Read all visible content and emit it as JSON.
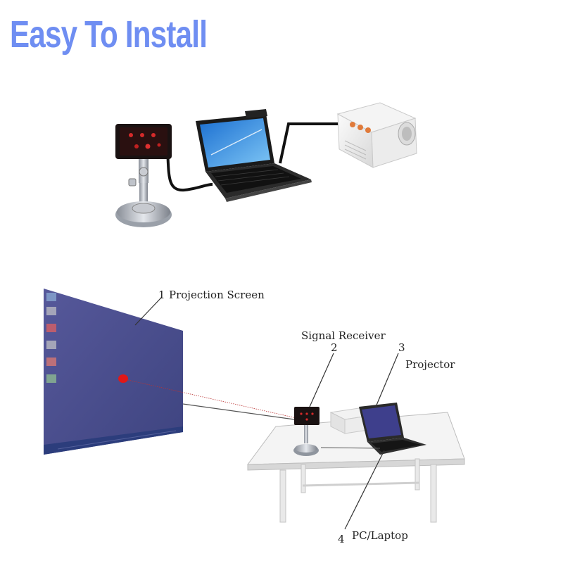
{
  "headline": {
    "text": "Easy To Install"
  },
  "labels": {
    "projection_screen": {
      "number": "1",
      "text": "Projection Screen"
    },
    "signal_receiver": {
      "number": "2",
      "text": "Signal Receiver"
    },
    "projector": {
      "number": "3",
      "text": "Projector"
    },
    "pc_laptop": {
      "number": "4",
      "text": "PC/Laptop"
    }
  },
  "colors": {
    "headline": "#6f8ef2",
    "screen": "#4a4f8f",
    "laser_dot": "#e01818",
    "cable": "#111111",
    "line": "#555555"
  },
  "icons": [
    "receiver-device",
    "laptop",
    "projector",
    "projection-screen",
    "table"
  ]
}
